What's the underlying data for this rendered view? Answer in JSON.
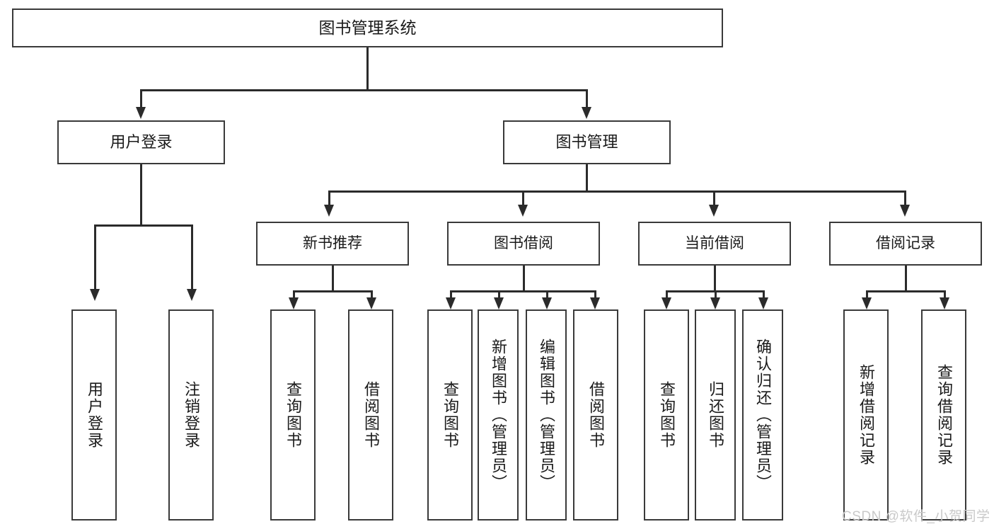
{
  "diagram": {
    "title": "图书管理系统",
    "type": "hierarchy-tree",
    "watermark": "CSDN @软件_小贺同学",
    "colors": {
      "box_border": "#3a3a3a",
      "connector": "#2b2b2b",
      "background": "#ffffff",
      "text": "#1a1a1a",
      "watermark": "#c9c9c9"
    },
    "nodes": {
      "root": {
        "label": "图书管理系统"
      },
      "level2": [
        {
          "id": "user-login",
          "label": "用户登录"
        },
        {
          "id": "book-management",
          "label": "图书管理"
        }
      ],
      "level3": [
        {
          "id": "new-book-recommend",
          "label": "新书推荐"
        },
        {
          "id": "book-borrow",
          "label": "图书借阅"
        },
        {
          "id": "current-borrow",
          "label": "当前借阅"
        },
        {
          "id": "borrow-record",
          "label": "借阅记录"
        }
      ],
      "leaves": {
        "user-login": [
          {
            "id": "leaf-user-login",
            "label": "用户登录"
          },
          {
            "id": "leaf-logout-login",
            "label": "注销登录"
          }
        ],
        "new-book-recommend": [
          {
            "id": "leaf-query-book-1",
            "label": "查询图书"
          },
          {
            "id": "leaf-borrow-book-1",
            "label": "借阅图书"
          }
        ],
        "book-borrow": [
          {
            "id": "leaf-query-book-2",
            "label": "查询图书"
          },
          {
            "id": "leaf-add-book-admin",
            "label": "新增图书（管理员）"
          },
          {
            "id": "leaf-edit-book-admin",
            "label": "编辑图书（管理员）"
          },
          {
            "id": "leaf-borrow-book-2",
            "label": "借阅图书"
          }
        ],
        "current-borrow": [
          {
            "id": "leaf-query-book-3",
            "label": "查询图书"
          },
          {
            "id": "leaf-return-book",
            "label": "归还图书"
          },
          {
            "id": "leaf-confirm-return-admin",
            "label": "确认归还（管理员）"
          }
        ],
        "borrow-record": [
          {
            "id": "leaf-add-borrow-record",
            "label": "新增借阅记录"
          },
          {
            "id": "leaf-query-borrow-record",
            "label": "查询借阅记录"
          }
        ]
      }
    }
  }
}
